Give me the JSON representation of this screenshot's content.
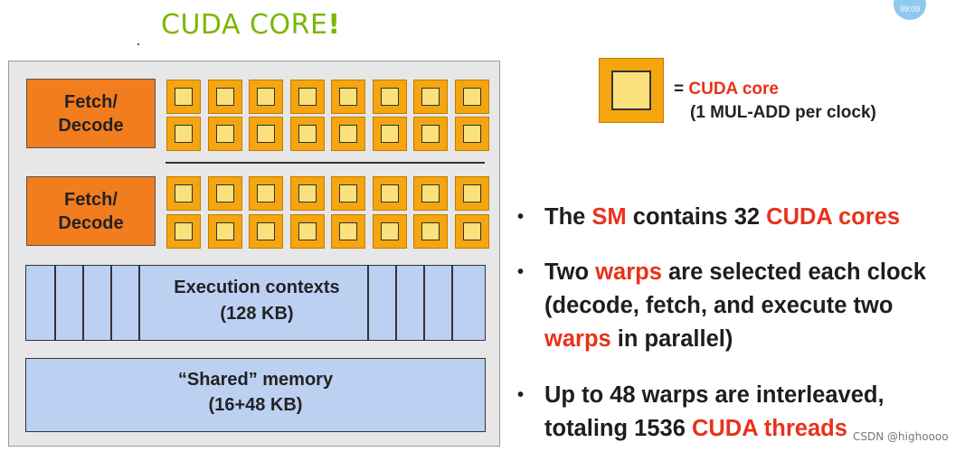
{
  "slide": {
    "title": "CUDA CORE",
    "title_mark": "!",
    "timer": "99:09",
    "watermark": "CSDN @highoooo",
    "colors": {
      "title": "#7ab800",
      "accent_red": "#e8321a",
      "fetch_decode": "#f27d1e",
      "core_outer": "#f5a50f",
      "core_inner": "#fbe17b",
      "memory": "#bcd0f2",
      "sm_bg": "#e7e7e7"
    }
  },
  "sm": {
    "fetch_decode_units": [
      {
        "label": "Fetch/\nDecode"
      },
      {
        "label": "Fetch/\nDecode"
      }
    ],
    "core_icon": "cuda-core-icon",
    "core_count": 32,
    "execution_contexts": {
      "title": "Execution contexts",
      "size": "(128 KB)"
    },
    "shared_memory": {
      "title": "“Shared” memory",
      "size": "(16+48 KB)"
    }
  },
  "legend": {
    "equals": "= ",
    "label": "CUDA core",
    "desc": "(1 MUL-ADD per clock)"
  },
  "bullets": [
    {
      "mark": "•",
      "parts": [
        {
          "t": "The ",
          "red": false
        },
        {
          "t": "SM",
          "red": true
        },
        {
          "t": " contains 32 ",
          "red": false
        },
        {
          "t": "CUDA cores",
          "red": true
        }
      ]
    },
    {
      "mark": "•",
      "parts": [
        {
          "t": "Two ",
          "red": false
        },
        {
          "t": "warps",
          "red": true
        },
        {
          "t": " are selected each clock (decode, fetch, and execute two ",
          "red": false
        },
        {
          "t": "warps",
          "red": true
        },
        {
          "t": " in parallel)",
          "red": false
        }
      ]
    },
    {
      "mark": "•",
      "parts": [
        {
          "t": "Up to 48 warps are interleaved, totaling 1536 ",
          "red": false
        },
        {
          "t": "CUDA threads",
          "red": true
        }
      ]
    }
  ]
}
